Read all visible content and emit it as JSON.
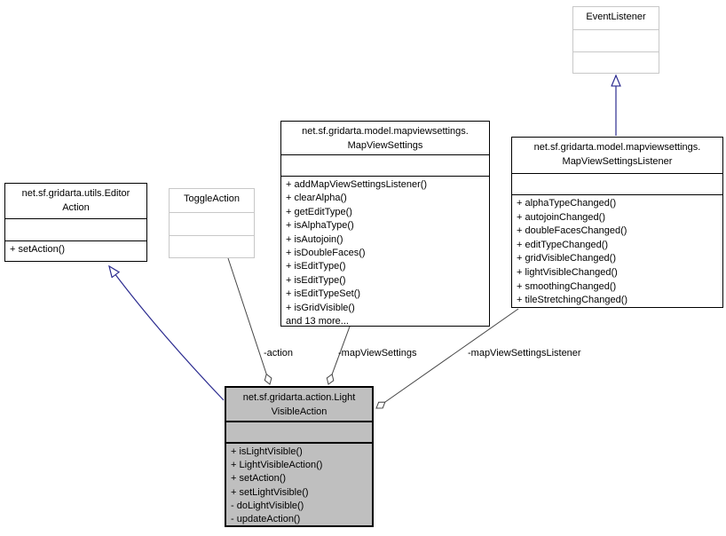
{
  "diagram": {
    "type": "uml-collaboration-diagram",
    "classes": {
      "event_listener": {
        "title": "EventListener"
      },
      "editor_action": {
        "title": "net.sf.gridarta.utils.Editor\nAction",
        "methods": [
          "+ setAction()"
        ]
      },
      "toggle_action": {
        "title": "ToggleAction"
      },
      "map_view_settings": {
        "title": "net.sf.gridarta.model.mapviewsettings.\nMapViewSettings",
        "methods": [
          "+ addMapViewSettingsListener()",
          "+ clearAlpha()",
          "+ getEditType()",
          "+ isAlphaType()",
          "+ isAutojoin()",
          "+ isDoubleFaces()",
          "+ isEditType()",
          "+ isEditType()",
          "+ isEditTypeSet()",
          "+ isGridVisible()",
          "and 13 more..."
        ]
      },
      "map_view_settings_listener": {
        "title": "net.sf.gridarta.model.mapviewsettings.\nMapViewSettingsListener",
        "methods": [
          "+ alphaTypeChanged()",
          "+ autojoinChanged()",
          "+ doubleFacesChanged()",
          "+ editTypeChanged()",
          "+ gridVisibleChanged()",
          "+ lightVisibleChanged()",
          "+ smoothingChanged()",
          "+ tileStretchingChanged()"
        ]
      },
      "light_visible_action": {
        "title": "net.sf.gridarta.action.Light\nVisibleAction",
        "methods": [
          "+ isLightVisible()",
          "+ LightVisibleAction()",
          "+ setAction()",
          "+ setLightVisible()",
          "- doLightVisible()",
          "- updateAction()"
        ]
      }
    },
    "edge_labels": {
      "action": "-action",
      "map_view_settings": "-mapViewSettings",
      "map_view_settings_listener": "-mapViewSettingsListener"
    },
    "colors": {
      "inheritance_edge": "#2a2a8f",
      "association_edge": "#454545",
      "highlight_fill": "#bfbfbf",
      "external_border": "#c8c8c8",
      "box_border": "#000000"
    }
  }
}
